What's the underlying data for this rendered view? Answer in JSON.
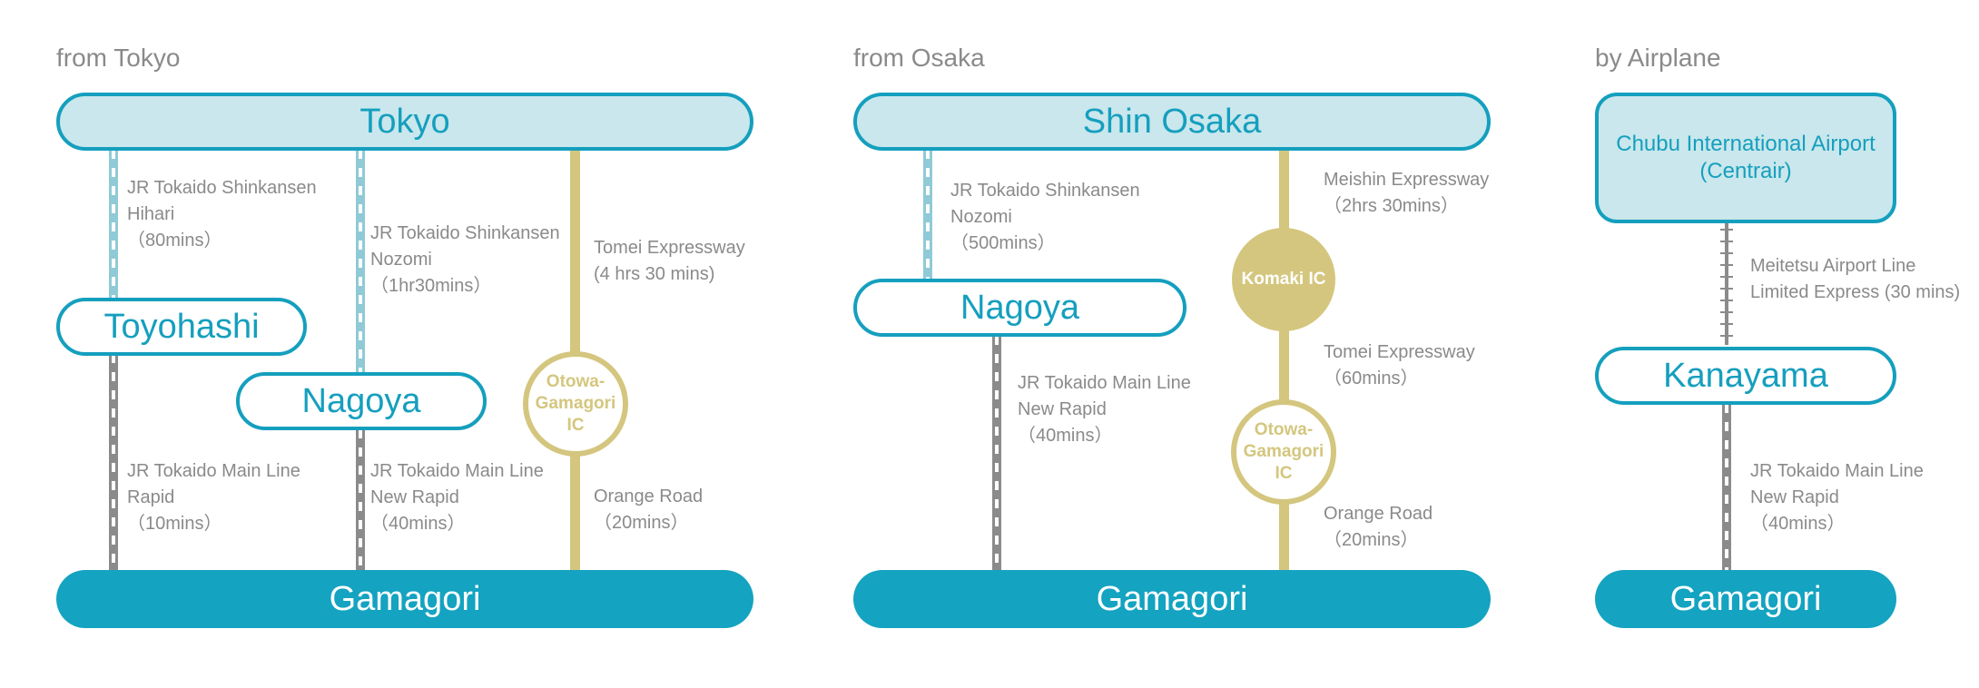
{
  "colors": {
    "primary": "#159fbe",
    "destination": "#14a3c1",
    "origin_fill": "#c9e7ec",
    "shinkansen": "#8fcad6",
    "conventional_rail": "#8b8b8b",
    "expressway": "#d4c67e",
    "label_text": "#8a8a8a"
  },
  "tokyo": {
    "heading": "from Tokyo",
    "origin": "Tokyo",
    "toyohashi": "Toyohashi",
    "nagoya": "Nagoya",
    "destination": "Gamagori",
    "ic": {
      "line1": "Otowa-Gamagori",
      "line2": "IC"
    },
    "routes": {
      "shinkansen_hihari": [
        "JR Tokaido Shinkansen",
        "Hihari",
        "（80mins）"
      ],
      "shinkansen_nozomi": [
        "JR Tokaido Shinkansen",
        "Nozomi",
        "（1hr30mins）"
      ],
      "tomei": [
        "Tomei Expressway",
        "(4 hrs 30 mins)"
      ],
      "main_rapid": [
        "JR Tokaido Main Line",
        "Rapid",
        "（10mins）"
      ],
      "main_new_rapid": [
        "JR Tokaido Main Line",
        "New Rapid",
        "（40mins）"
      ],
      "orange_road": [
        "Orange Road",
        "（20mins）"
      ]
    }
  },
  "osaka": {
    "heading": "from Osaka",
    "origin": "Shin Osaka",
    "nagoya": "Nagoya",
    "destination": "Gamagori",
    "komaki_ic": "Komaki IC",
    "ic": {
      "line1": "Otowa-Gamagori",
      "line2": "IC"
    },
    "routes": {
      "shinkansen_nozomi": [
        "JR Tokaido Shinkansen",
        "Nozomi",
        "（500mins）"
      ],
      "meishin": [
        "Meishin Expressway",
        "（2hrs 30mins）"
      ],
      "main_new_rapid": [
        "JR Tokaido Main Line",
        "New Rapid",
        "（40mins）"
      ],
      "tomei": [
        "Tomei Expressway",
        "（60mins）"
      ],
      "orange_road": [
        "Orange Road",
        "（20mins）"
      ]
    }
  },
  "airplane": {
    "heading": "by Airplane",
    "origin_line1": "Chubu International Airport",
    "origin_line2": "(Centrair)",
    "kanayama": "Kanayama",
    "destination": "Gamagori",
    "routes": {
      "meitetsu": [
        "Meitetsu Airport Line",
        "Limited Express (30 mins)"
      ],
      "main_new_rapid": [
        "JR Tokaido Main Line",
        "New Rapid",
        "（40mins）"
      ]
    }
  }
}
